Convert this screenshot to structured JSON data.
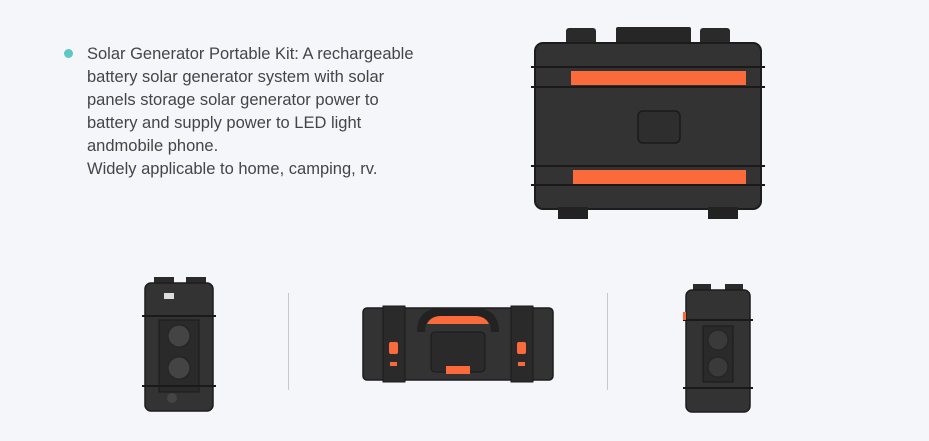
{
  "description": {
    "lines": [
      "Solar Generator Portable Kit: A rechargeable",
      "battery solar generator system with solar",
      "panels storage solar generator power to",
      "battery and supply power to LED light",
      "andmobile phone.",
      "Widely applicable to home, camping, rv."
    ]
  },
  "colors": {
    "bullet": "#5bc8c4",
    "case": "#2f2f2f",
    "stripe": "#fb6a3a",
    "background": "#f5f6fa"
  },
  "images": [
    "case-top-view",
    "case-left-side-view",
    "case-front-handle-view",
    "case-right-side-view"
  ]
}
